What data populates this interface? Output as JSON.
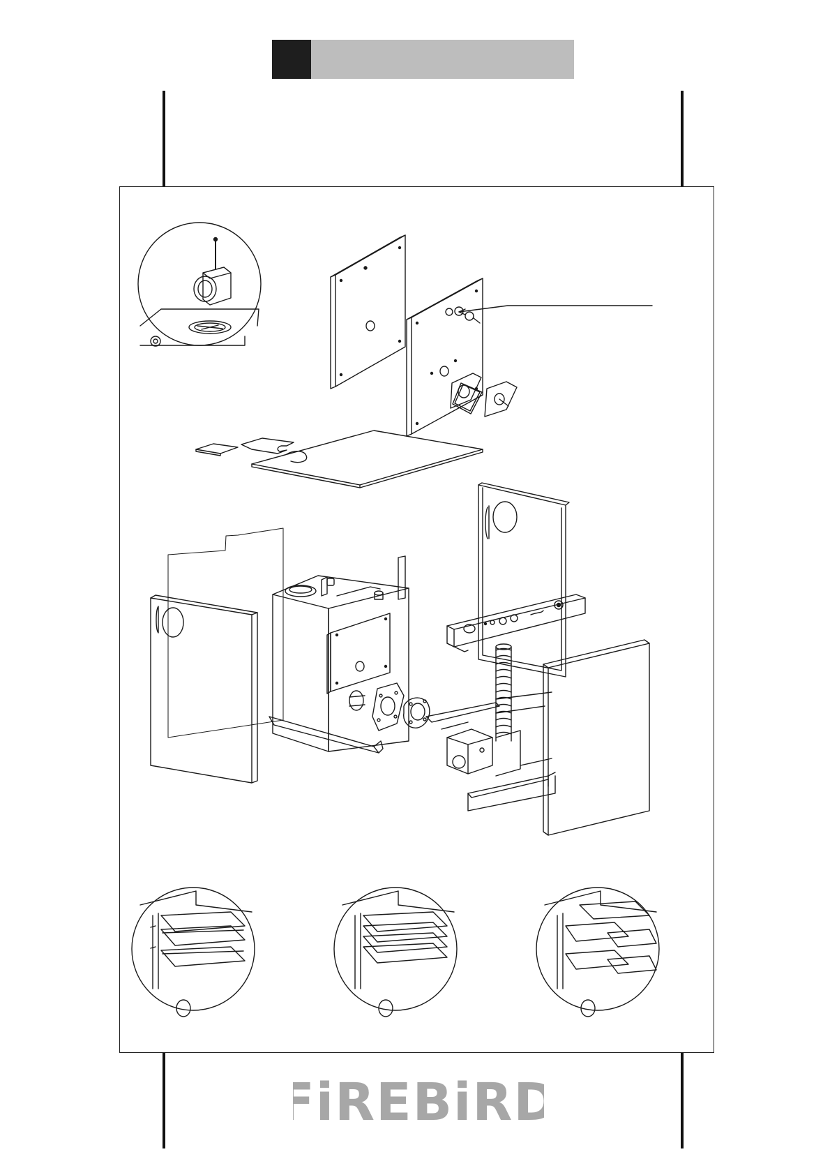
{
  "header": {
    "section_number": "",
    "section_title": ""
  },
  "brand": {
    "logo_text": "FiREBiRD",
    "logo_color": "#a7a7a7"
  },
  "colors": {
    "line": "#1a1a1a",
    "header_dark": "#1e1e1e",
    "header_grey": "#bdbdbd"
  },
  "figures": {
    "main": "exploded-boiler-assembly",
    "detail_top_left": "flue-outlet-detail",
    "detail_panels": "front-door-panels-with-gaskets",
    "details_bottom": [
      "baffle-arrangement-a",
      "baffle-arrangement-b",
      "baffle-arrangement-c"
    ]
  }
}
